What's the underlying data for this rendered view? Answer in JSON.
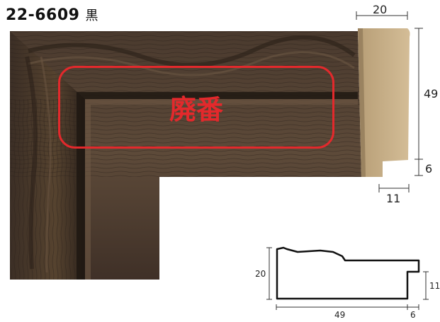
{
  "product": {
    "code": "22-6609",
    "color_label": "黒",
    "status_stamp": "廃番"
  },
  "dimensions": {
    "width_top": "20",
    "height_right": "49",
    "lip_height": "6",
    "lip_width": "11"
  },
  "profile": {
    "left_height": "20",
    "right_height": "11",
    "bottom_width": "49",
    "bottom_lip": "6"
  },
  "colors": {
    "stamp": "#e3292c",
    "wood_dark": "#3a2d24",
    "wood_mid": "#5a4634",
    "cut_end": "#c9b18a"
  }
}
